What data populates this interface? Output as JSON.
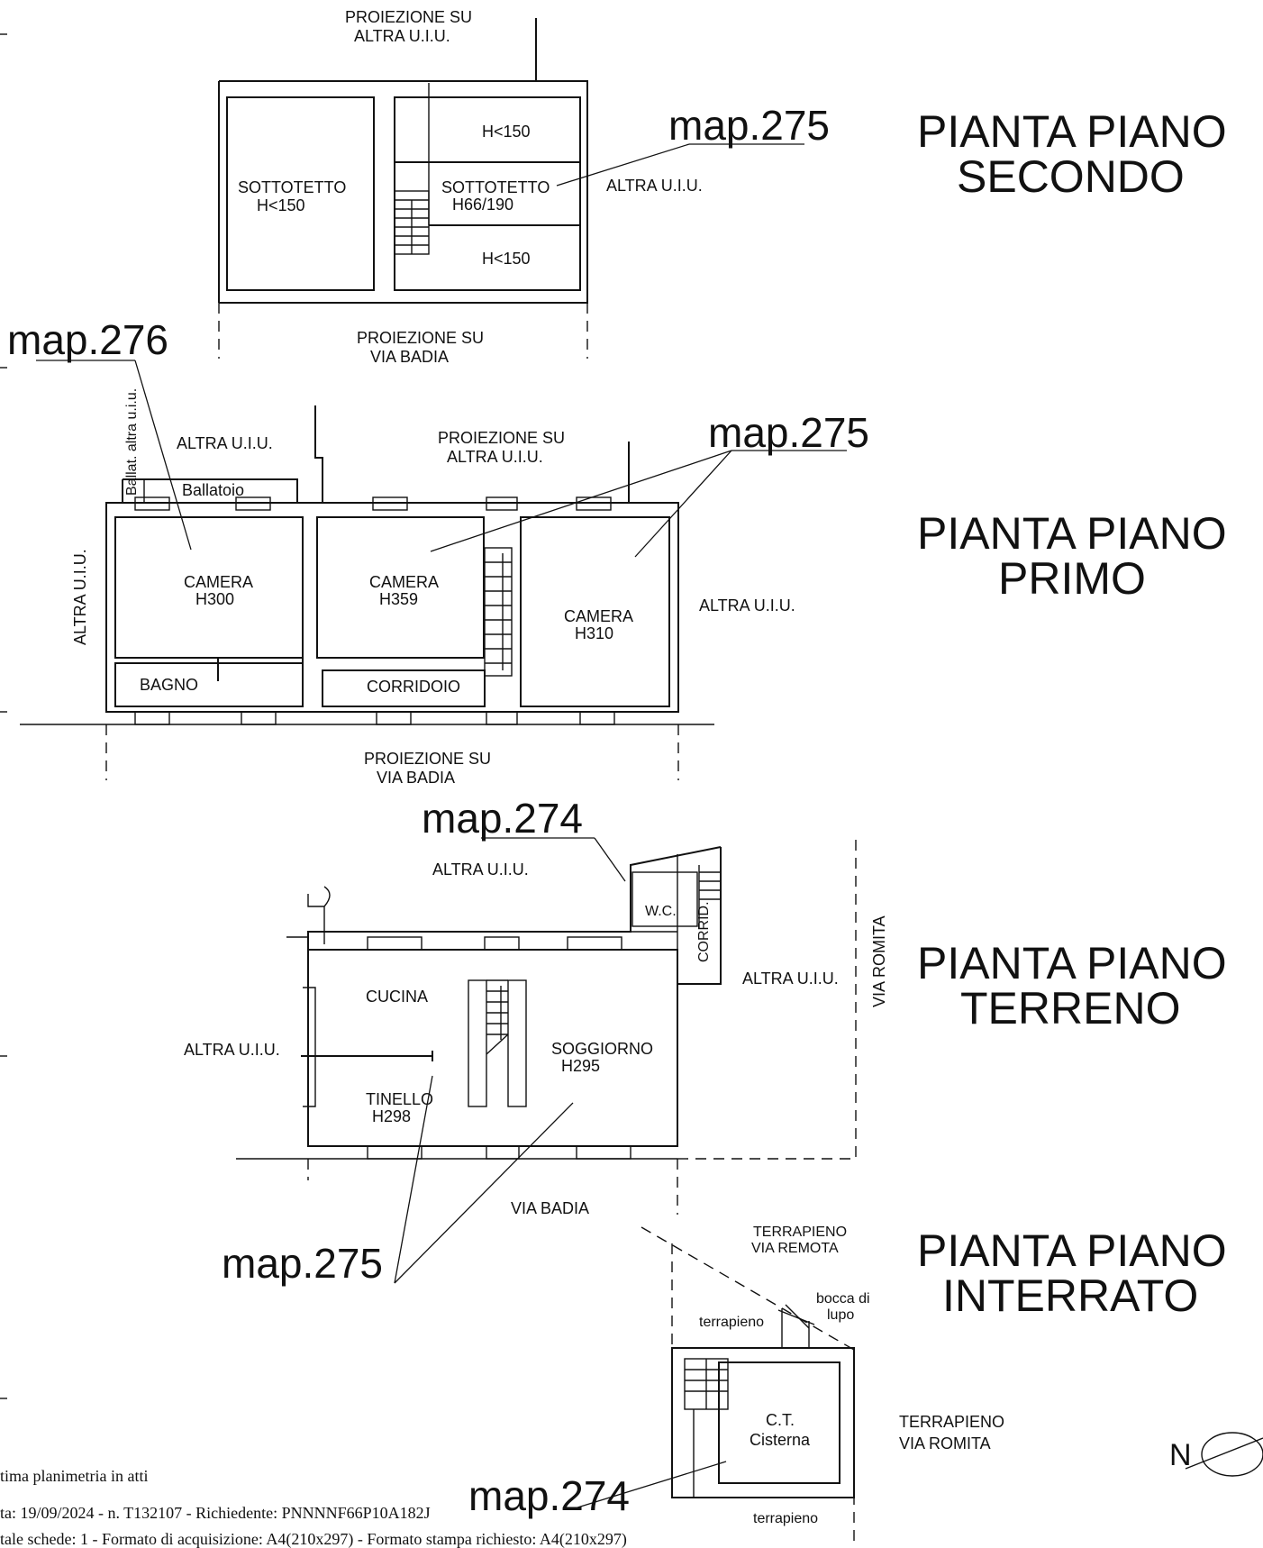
{
  "titles": {
    "secondo": [
      "PIANTA PIANO",
      "SECONDO"
    ],
    "primo": [
      "PIANTA PIANO",
      "PRIMO"
    ],
    "terreno": [
      "PIANTA PIANO",
      "TERRENO"
    ],
    "interrato": [
      "PIANTA PIANO",
      "INTERRATO"
    ]
  },
  "map_labels": {
    "m275_second": "map.275",
    "m276": "map.276",
    "m275_first": "map.275",
    "m274_ground": "map.274",
    "m275_ground": "map.275",
    "m274_basement": "map.274"
  },
  "secondo": {
    "proj_top": [
      "PROIEZIONE SU",
      "ALTRA U.I.U."
    ],
    "sottotetto_left": [
      "SOTTOTETTO",
      "H<150"
    ],
    "sottotetto_mid": [
      "SOTTOTETTO",
      "H66/190"
    ],
    "h150_top": "H<150",
    "h150_bottom": "H<150",
    "altra_right": "ALTRA U.I.U.",
    "proj_bottom": [
      "PROIEZIONE SU",
      "VIA BADIA"
    ]
  },
  "primo": {
    "ballat_altra": "Ballat. altra u.i.u.",
    "ballatoio": "Ballatoio",
    "altra_top_left": "ALTRA U.I.U.",
    "proj_top": [
      "PROIEZIONE SU",
      "ALTRA U.I.U."
    ],
    "altra_left": "ALTRA U.I.U.",
    "camera1": [
      "CAMERA",
      "H300"
    ],
    "camera2": [
      "CAMERA",
      "H359"
    ],
    "camera3": [
      "CAMERA",
      "H310"
    ],
    "bagno": "BAGNO",
    "corridoio": "CORRIDOIO",
    "altra_right": "ALTRA U.I.U.",
    "proj_bottom": [
      "PROIEZIONE SU",
      "VIA BADIA"
    ]
  },
  "terreno": {
    "altra_top": "ALTRA U.I.U.",
    "wc": "W.C.",
    "corrid": "CORRID.",
    "via_romita": "VIA ROMITA",
    "altra_right": "ALTRA U.I.U.",
    "cucina": "CUCINA",
    "altra_left": "ALTRA U.I.U.",
    "soggiorno": [
      "SOGGIORNO",
      "H295"
    ],
    "tinello": [
      "TINELLO",
      "H298"
    ],
    "via_badia": "VIA BADIA"
  },
  "interrato": {
    "terrapieno_top": [
      "TERRAPIENO",
      "VIA REMOTA"
    ],
    "bocca": [
      "bocca di",
      "lupo"
    ],
    "terrapieno_left": "terrapieno",
    "ct": [
      "C.T.",
      "Cisterna"
    ],
    "terrapieno_right": [
      "TERRAPIENO",
      "VIA ROMITA"
    ],
    "terrapieno_bottom": "terrapieno"
  },
  "north": "N",
  "footer": {
    "line1": "tima planimetria in atti",
    "line2": "ta: 19/09/2024 - n. T132107 - Richiedente: PNNNNF66P10A182J",
    "line3": "tale schede: 1 - Formato di acquisizione: A4(210x297) - Formato stampa richiesto: A4(210x297)"
  }
}
